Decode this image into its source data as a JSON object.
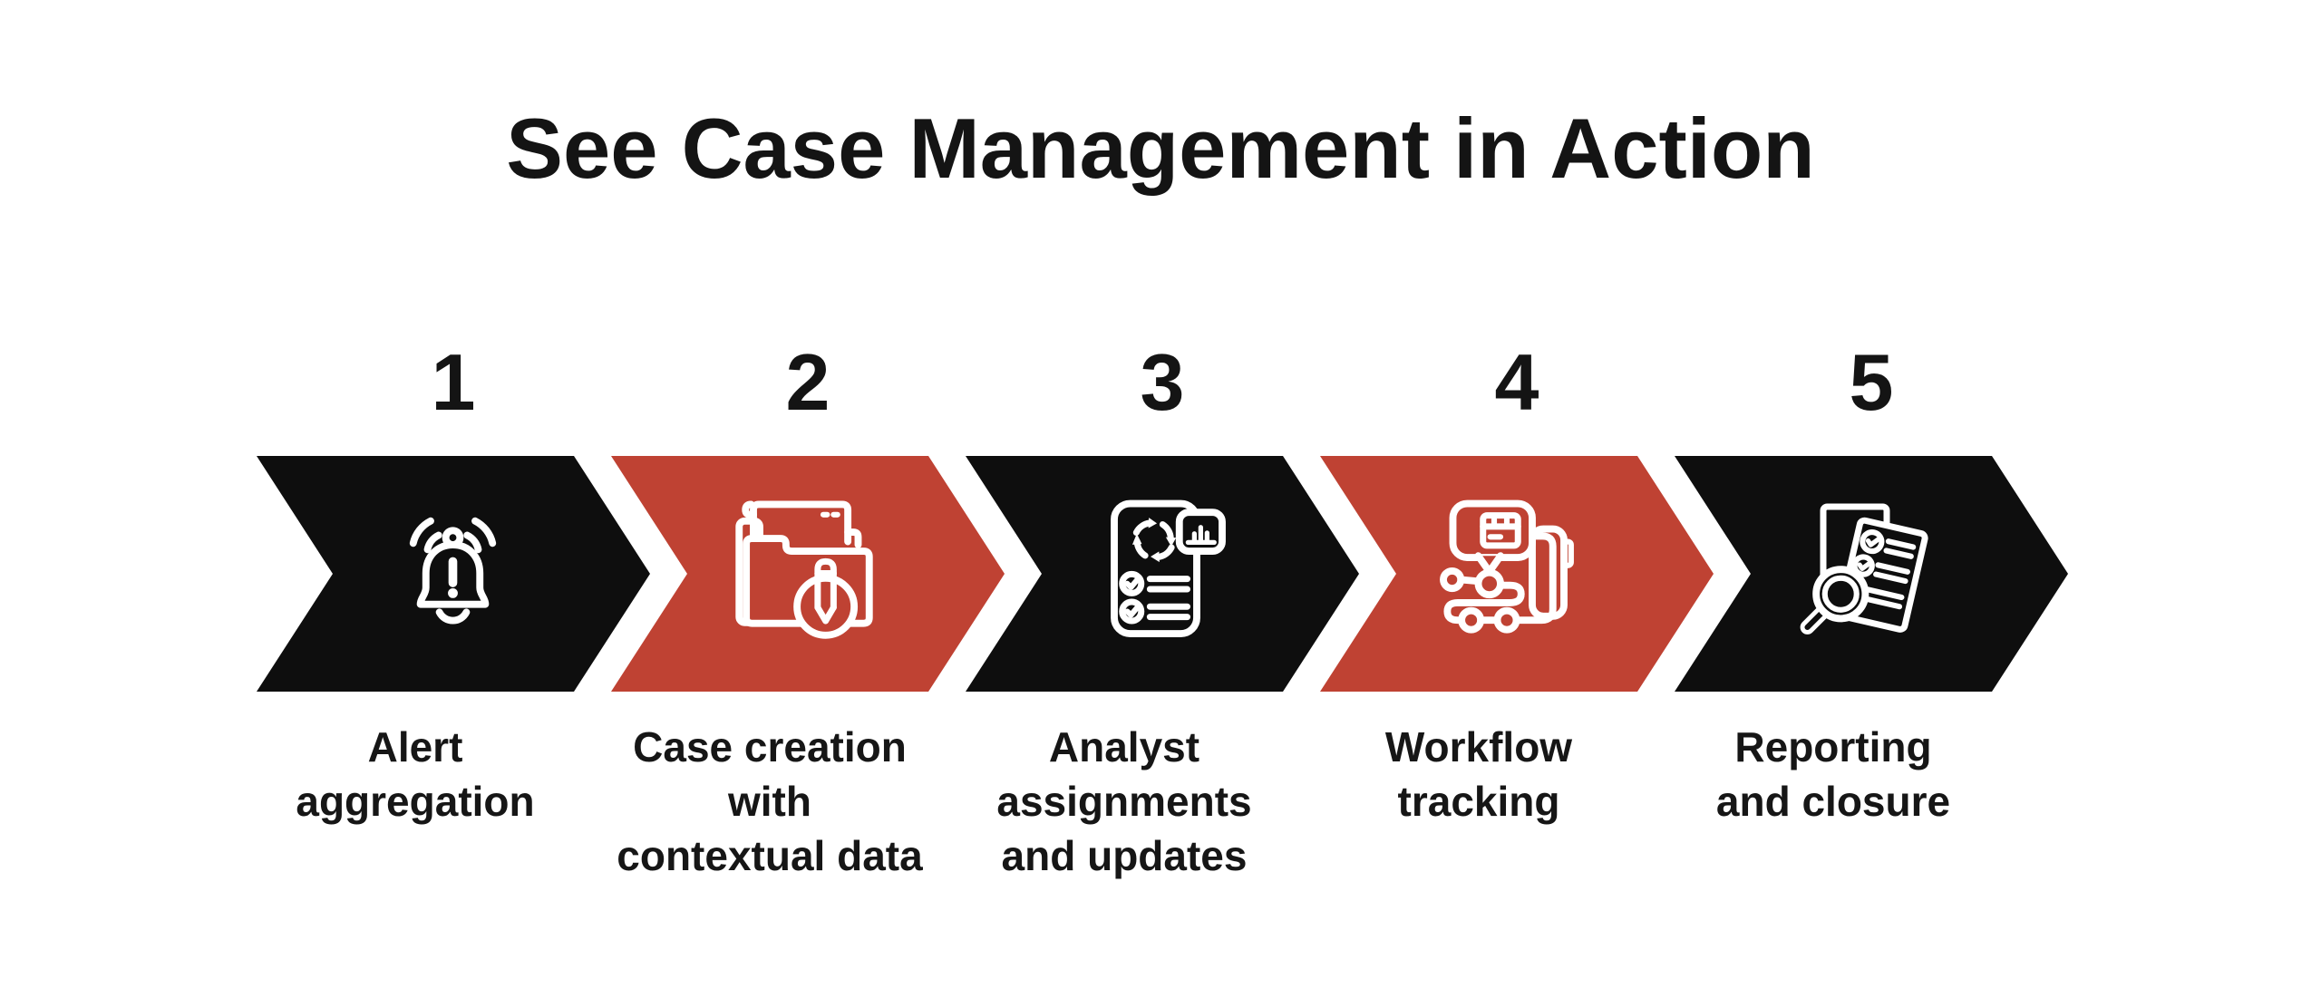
{
  "title": "See Case Management in Action",
  "colors": {
    "background": "#ffffff",
    "title_text": "#141414",
    "step_dark": "#0e0e0e",
    "step_accent": "#bf4233",
    "icon_stroke": "#ffffff"
  },
  "steps": [
    {
      "number": "1",
      "label": "Alert\naggregation",
      "icon": "alarm-bell-icon",
      "color_variant": "dark"
    },
    {
      "number": "2",
      "label": "Case creation\nwith\ncontextual data",
      "icon": "case-folder-pencil-icon",
      "color_variant": "accent"
    },
    {
      "number": "3",
      "label": "Analyst\nassignments\nand updates",
      "icon": "checklist-document-icon",
      "color_variant": "dark"
    },
    {
      "number": "4",
      "label": "Workflow\ntracking",
      "icon": "workflow-automation-icon",
      "color_variant": "accent"
    },
    {
      "number": "5",
      "label": "Reporting\nand closure",
      "icon": "report-search-icon",
      "color_variant": "dark"
    }
  ]
}
